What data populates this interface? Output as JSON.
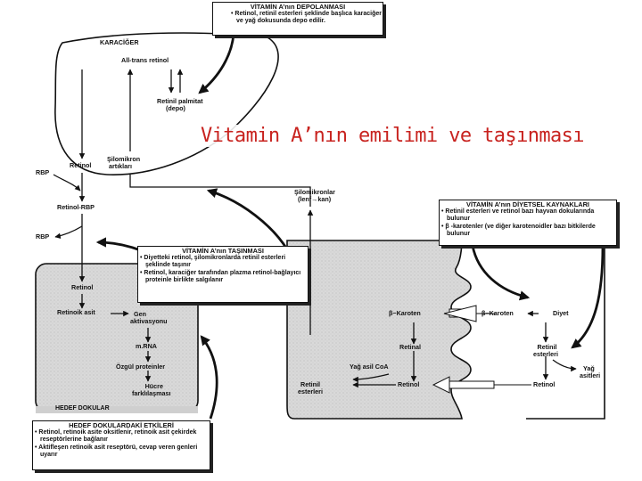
{
  "title": "Vitamin A’nın emilimi ve taşınması",
  "liver": {
    "label": "KARACİĞER",
    "all_trans": "All-trans retinol",
    "palmitat_l1": "Retinil palmitat",
    "palmitat_l2": "(depo)",
    "retinol": "Retinol",
    "silo_l1": "Şilomikron",
    "silo_l2": "artıkları"
  },
  "blood": {
    "rbp_top": "RBP",
    "retinol_rbp": "Retinol-RBP",
    "rbp_bottom": "RBP",
    "silo_l1": "Şilomikronlar",
    "silo_l2": "(lenf→kan)"
  },
  "target": {
    "label": "HEDEF DOKULAR",
    "retinol": "Retinol",
    "retinoik": "Retinoik asit",
    "gen_l1": "Gen",
    "gen_l2": "aktivasyonu",
    "mrna": "m.RNA",
    "ozgul": "Özgül proteinler",
    "hucre_l1": "Hücre",
    "hucre_l2": "farklılaşması"
  },
  "intestine": {
    "beta_left": "β−Karoten",
    "beta_right": "β−Karoten",
    "diyet": "Diyet",
    "retinal": "Retinal",
    "retinil_est_l1": "Retinil",
    "retinil_est_l2": "esterleri",
    "yag_asil": "Yağ asil CoA",
    "retinil_out_l1": "Retinil",
    "retinil_out_l2": "esterleri",
    "retinol_mid": "Retinol",
    "retinol_right": "Retinol",
    "yag_asitleri_l1": "Yağ",
    "yag_asitleri_l2": "asitleri"
  },
  "boxes": {
    "depolanma": {
      "heading": "VİTAMİN A’nın DEPOLANMASI",
      "items": [
        "• Retinol, retinil esterleri şeklinde başlıca karaciğer ve yağ dokusunda depo edilir."
      ]
    },
    "tasinma": {
      "heading": "VİTAMİN A’nın TAŞINMASI",
      "items": [
        "• Diyetteki retinol, şilomikronlarda retinil esterleri şeklinde taşınır",
        "• Retinol, karaciğer tarafından plazma retinol-bağlayıcı proteinle birlikte salgılanır"
      ]
    },
    "diyetsel": {
      "heading": "VİTAMİN A’nın DİYETSEL KAYNAKLARI",
      "items": [
        "• Retinil esterleri ve retinol bazı hayvan dokularında bulunur",
        "• β -karotenler (ve diğer karotenoidler bazı bitkilerde bulunur"
      ]
    },
    "hedef": {
      "heading": "HEDEF DOKULARDAKİ ETKİLERİ",
      "items": [
        "• Retinol, retinoik asite oksitlenir, retinoik asit çekirdek reseptörlerine bağlanır",
        "• Aktifleşen retinoik asit reseptörü, cevap veren genleri uyarır"
      ]
    }
  }
}
